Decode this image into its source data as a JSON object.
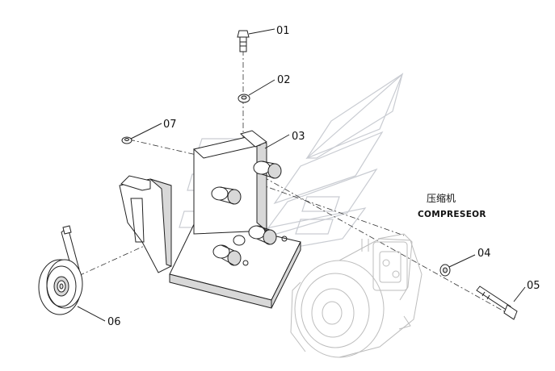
{
  "callouts": [
    {
      "id": "01"
    },
    {
      "id": "02"
    },
    {
      "id": "03"
    },
    {
      "id": "04"
    },
    {
      "id": "05"
    },
    {
      "id": "06"
    },
    {
      "id": "07"
    }
  ],
  "compressor_label": {
    "chinese": "压缩机",
    "english": "COMPRESEOR"
  }
}
